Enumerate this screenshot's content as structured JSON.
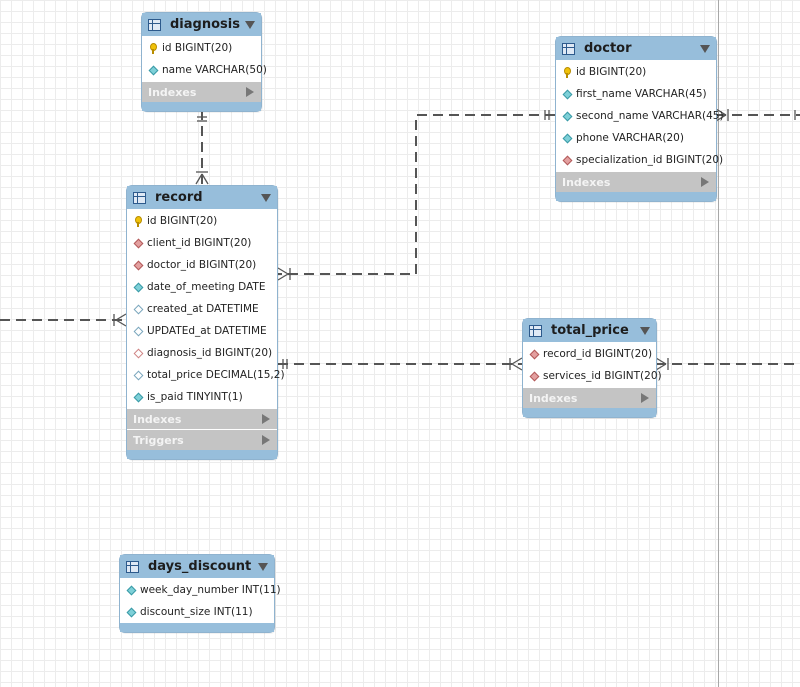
{
  "diagram": {
    "tables": {
      "diagnosis": {
        "title": "diagnosis",
        "columns": [
          {
            "text": "id BIGINT(20)",
            "icon": "primary-key-icon"
          },
          {
            "text": "name VARCHAR(50)",
            "icon": "not-null-column-icon"
          }
        ],
        "sections": [
          "Indexes"
        ]
      },
      "doctor": {
        "title": "doctor",
        "columns": [
          {
            "text": "id BIGINT(20)",
            "icon": "primary-key-icon"
          },
          {
            "text": "first_name VARCHAR(45)",
            "icon": "not-null-column-icon"
          },
          {
            "text": "second_name VARCHAR(45)",
            "icon": "not-null-column-icon"
          },
          {
            "text": "phone VARCHAR(20)",
            "icon": "not-null-column-icon"
          },
          {
            "text": "specialization_id BIGINT(20)",
            "icon": "foreign-key-icon"
          }
        ],
        "sections": [
          "Indexes"
        ]
      },
      "record": {
        "title": "record",
        "columns": [
          {
            "text": "id BIGINT(20)",
            "icon": "primary-key-icon"
          },
          {
            "text": "client_id BIGINT(20)",
            "icon": "foreign-key-icon"
          },
          {
            "text": "doctor_id BIGINT(20)",
            "icon": "foreign-key-icon"
          },
          {
            "text": "date_of_meeting DATE",
            "icon": "not-null-column-icon"
          },
          {
            "text": "created_at DATETIME",
            "icon": "nullable-column-icon"
          },
          {
            "text": "UPDATEd_at DATETIME",
            "icon": "nullable-column-icon"
          },
          {
            "text": "diagnosis_id BIGINT(20)",
            "icon": "nullable-foreign-key-icon"
          },
          {
            "text": "total_price DECIMAL(15,2)",
            "icon": "nullable-column-icon"
          },
          {
            "text": "is_paid TINYINT(1)",
            "icon": "not-null-column-icon"
          }
        ],
        "sections": [
          "Indexes",
          "Triggers"
        ]
      },
      "total_price": {
        "title": "total_price",
        "columns": [
          {
            "text": "record_id BIGINT(20)",
            "icon": "foreign-key-icon"
          },
          {
            "text": "services_id BIGINT(20)",
            "icon": "foreign-key-icon"
          }
        ],
        "sections": [
          "Indexes"
        ]
      },
      "days_discount": {
        "title": "days_discount",
        "columns": [
          {
            "text": "week_day_number INT(11)",
            "icon": "not-null-column-icon"
          },
          {
            "text": "discount_size INT(11)",
            "icon": "not-null-column-icon"
          }
        ],
        "sections": []
      }
    },
    "relationships": [
      {
        "from": "diagnosis",
        "to": "record",
        "type": "one-to-many"
      },
      {
        "from": "doctor",
        "to": "record",
        "type": "one-to-many"
      },
      {
        "from": "record",
        "to": "total_price",
        "type": "one-to-many"
      },
      {
        "from": "off-canvas-left",
        "to": "record",
        "type": "one-to-many"
      },
      {
        "from": "off-canvas-right",
        "to": "doctor",
        "type": "one-to-many"
      },
      {
        "from": "off-canvas-right",
        "to": "total_price",
        "type": "one-to-many"
      }
    ],
    "colors": {
      "header": "#97bedb",
      "section_bar": "#c4c4c4",
      "connector": "#555555",
      "primary_key": "#f0c20a",
      "not_null_column": "#7ed0d8",
      "foreign_key": "#e3a0a0"
    }
  }
}
